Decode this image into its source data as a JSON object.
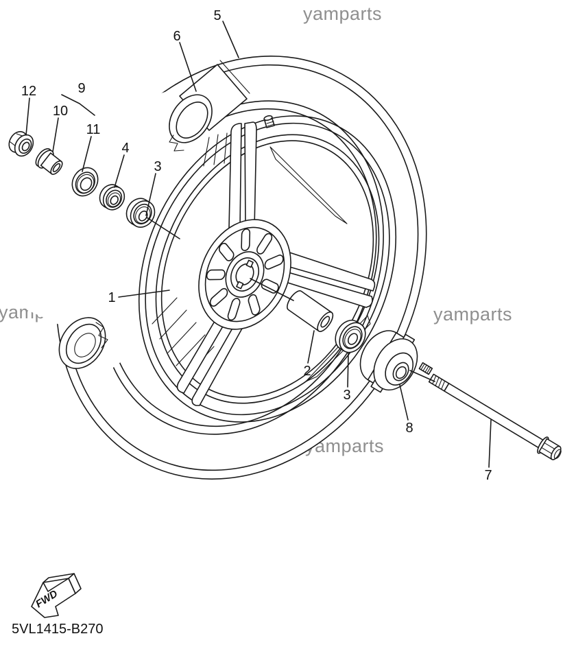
{
  "watermarks": {
    "top": "yamparts",
    "left": "yamparts",
    "right": "yamparts",
    "bottom": "yamparts"
  },
  "part_labels": {
    "tire": "5",
    "tube": "6",
    "axle_nut": "12",
    "collar_group": "9",
    "flange_collar": "10",
    "oil_seal": "11",
    "bearing_inner": "4",
    "bearing_upper": "3",
    "cast_wheel": "1",
    "spacer": "2",
    "bearing_lower": "3",
    "speedometer_gear_unit": "8",
    "wheel_axle": "7"
  },
  "fwd_marker": {
    "label": "FWD"
  },
  "footer": {
    "diagram_code": "5VL1415-B270"
  },
  "colors": {
    "line": "#1a1a1a",
    "watermark": "#8f8f8f",
    "background": "#ffffff"
  }
}
